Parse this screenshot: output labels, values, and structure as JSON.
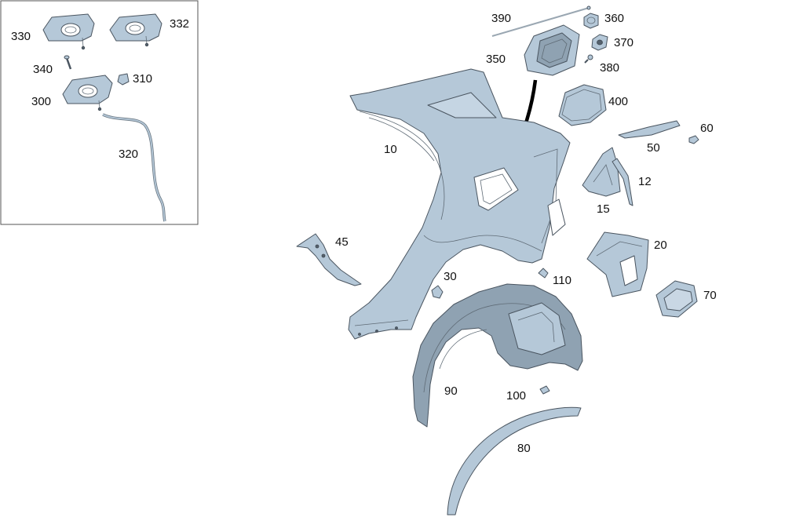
{
  "colors": {
    "part_fill": "#b5c8d8",
    "part_fill_dark": "#8fa2b2",
    "part_stroke": "#4a5560",
    "arrow": "#000000",
    "inset_border": "#555555"
  },
  "callouts": {
    "p10": "10",
    "p12": "12",
    "p15": "15",
    "p20": "20",
    "p30": "30",
    "p45": "45",
    "p50": "50",
    "p60": "60",
    "p70": "70",
    "p80": "80",
    "p90": "90",
    "p100": "100",
    "p110": "110",
    "p300": "300",
    "p310": "310",
    "p320": "320",
    "p330": "330",
    "p332": "332",
    "p340": "340",
    "p350": "350",
    "p360": "360",
    "p370": "370",
    "p380": "380",
    "p390": "390",
    "p400": "400"
  }
}
